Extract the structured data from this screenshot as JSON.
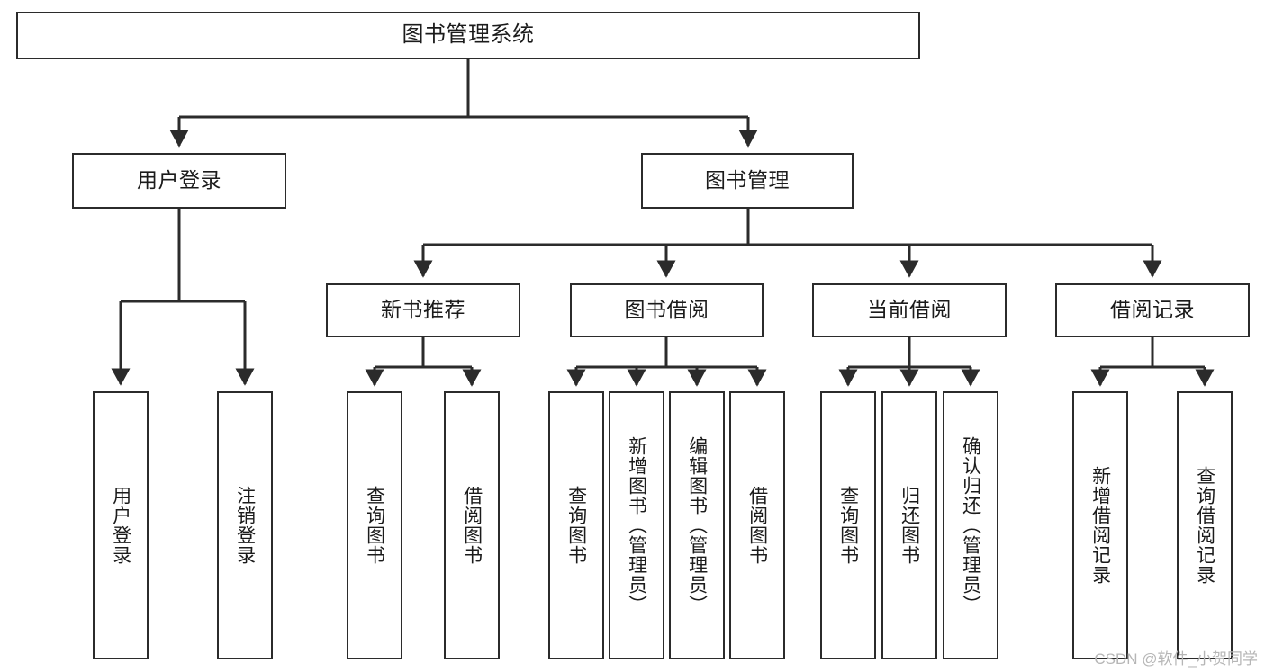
{
  "diagram": {
    "type": "tree-hierarchy",
    "title": "图书管理系统",
    "root": {
      "label": "图书管理系统"
    },
    "level2": [
      {
        "label": "用户登录"
      },
      {
        "label": "图书管理"
      }
    ],
    "level3": [
      {
        "label": "新书推荐"
      },
      {
        "label": "图书借阅"
      },
      {
        "label": "当前借阅"
      },
      {
        "label": "借阅记录"
      }
    ],
    "leaves": {
      "user_login": [
        {
          "label": "用户登录"
        },
        {
          "label": "注销登录"
        }
      ],
      "new_book_recommend": [
        {
          "label": "查询图书"
        },
        {
          "label": "借阅图书"
        }
      ],
      "book_borrow": [
        {
          "label": "查询图书"
        },
        {
          "label": "新增图书（管理员）"
        },
        {
          "label": "编辑图书（管理员）"
        },
        {
          "label": "借阅图书"
        }
      ],
      "current_borrow": [
        {
          "label": "查询图书"
        },
        {
          "label": "归还图书"
        },
        {
          "label": "确认归还（管理员）"
        }
      ],
      "borrow_record": [
        {
          "label": "新增借阅记录"
        },
        {
          "label": "查询借阅记录"
        }
      ]
    }
  },
  "watermark": {
    "text": "CSDN @软件_小贺同学"
  },
  "colors": {
    "border": "#2b2b2b",
    "background": "#ffffff",
    "text": "#1b1b1b",
    "watermark": "#b6b6b6"
  }
}
